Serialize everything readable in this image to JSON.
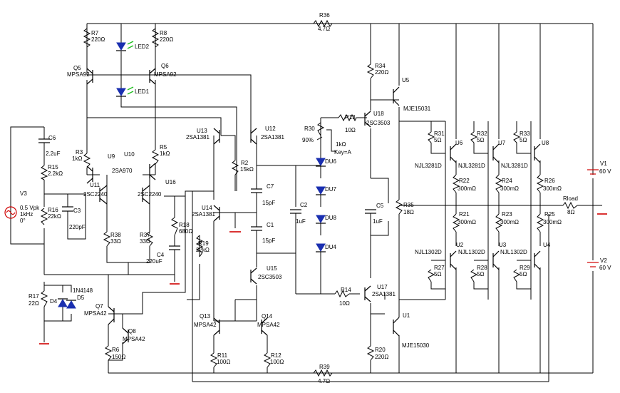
{
  "components": {
    "R36": {
      "name": "R36",
      "value": "4.7Ω"
    },
    "R39": {
      "name": "R39",
      "value": "4.7Ω"
    },
    "R7": {
      "name": "R7",
      "value": "220Ω"
    },
    "R8": {
      "name": "R8",
      "value": "220Ω"
    },
    "LED2": {
      "name": "LED2"
    },
    "LED1": {
      "name": "LED1"
    },
    "Q5": {
      "name": "Q5",
      "value": "MPSA92"
    },
    "Q6": {
      "name": "Q6",
      "value": "MPSA92"
    },
    "C6": {
      "name": "C6",
      "value": "2.2uF"
    },
    "R15": {
      "name": "R15",
      "value": "2.2kΩ"
    },
    "V3": {
      "name": "V3",
      "v1": "0.5 Vpk",
      "v2": "1kHz",
      "v3": "0°"
    },
    "R16": {
      "name": "R16",
      "value": "22kΩ"
    },
    "C3": {
      "name": "C3",
      "value": "220pF"
    },
    "R3": {
      "name": "R3",
      "value": "1kΩ"
    },
    "R5": {
      "name": "R5",
      "value": "1kΩ"
    },
    "U9": {
      "name": "U9"
    },
    "U10": {
      "name": "U10"
    },
    "SA970": {
      "name": "2SA970"
    },
    "U11": {
      "name": "U11",
      "value": "2SC2240"
    },
    "U16": {
      "name": "U16",
      "value": "2SC2240"
    },
    "R38": {
      "name": "R38",
      "value": "33Ω"
    },
    "R37": {
      "name": "R37",
      "value": "33Ω"
    },
    "R18": {
      "name": "R18",
      "value": "680Ω"
    },
    "C4": {
      "name": "C4",
      "value": "220uF"
    },
    "R19": {
      "name": "R19",
      "value": "22kΩ"
    },
    "U13": {
      "name": "U13",
      "value": "2SA1381"
    },
    "U12": {
      "name": "U12",
      "value": "2SA1381"
    },
    "R2": {
      "name": "R2",
      "value": "15kΩ"
    },
    "C7": {
      "name": "C7",
      "value": "15pF"
    },
    "C1": {
      "name": "C1",
      "value": "15pF"
    },
    "U14": {
      "name": "U14",
      "value": "2SA1381"
    },
    "U15": {
      "name": "U15",
      "value": "2SC3503"
    },
    "C2": {
      "name": "C2",
      "value": "1uF"
    },
    "R30": {
      "name": "R30",
      "pct": "90%",
      "value": "1kΩ",
      "key": "Key=A"
    },
    "R13": {
      "name": "R13",
      "value": "10Ω"
    },
    "U18": {
      "name": "U18",
      "value": "2SC3503"
    },
    "DU6": {
      "name": "DU6"
    },
    "DU7": {
      "name": "DU7"
    },
    "DU8": {
      "name": "DU8"
    },
    "DU4": {
      "name": "DU4"
    },
    "R34": {
      "name": "R34",
      "value": "220Ω"
    },
    "U5": {
      "name": "U5",
      "value": "MJE15031"
    },
    "C5": {
      "name": "C5",
      "value": "1uF"
    },
    "R35": {
      "name": "R35",
      "value": "18Ω"
    },
    "R14": {
      "name": "R14",
      "value": "10Ω"
    },
    "U17": {
      "name": "U17",
      "value": "2SA1381"
    },
    "U1": {
      "name": "U1",
      "value": "MJE15030"
    },
    "R20": {
      "name": "R20",
      "value": "220Ω"
    },
    "R31": {
      "name": "R31",
      "value": "5Ω"
    },
    "R32": {
      "name": "R32",
      "value": "5Ω"
    },
    "R33": {
      "name": "R33",
      "value": "5Ω"
    },
    "U6": {
      "name": "U6",
      "value": "NJL3281D"
    },
    "U7": {
      "name": "U7",
      "value": "NJL3281D"
    },
    "U8": {
      "name": "U8",
      "value": "NJL3281D"
    },
    "R22": {
      "name": "R22",
      "value": "300mΩ"
    },
    "R24": {
      "name": "R24",
      "value": "300mΩ"
    },
    "R26": {
      "name": "R26",
      "value": "300mΩ"
    },
    "R21": {
      "name": "R21",
      "value": "300mΩ"
    },
    "R23": {
      "name": "R23",
      "value": "300mΩ"
    },
    "R25": {
      "name": "R25",
      "value": "300mΩ"
    },
    "U2": {
      "name": "U2",
      "value": "NJL1302D"
    },
    "U3": {
      "name": "U3",
      "value": "NJL1302D"
    },
    "U4": {
      "name": "U4",
      "value": "NJL1302D"
    },
    "R27": {
      "name": "R27",
      "value": "5Ω"
    },
    "R28": {
      "name": "R28",
      "value": "5Ω"
    },
    "R29": {
      "name": "R29",
      "value": "5Ω"
    },
    "Rload": {
      "name": "Rload",
      "value": "8Ω"
    },
    "V1": {
      "name": "V1",
      "value": "60 V"
    },
    "V2": {
      "name": "V2",
      "value": "60 V"
    },
    "R17": {
      "name": "R17",
      "value": "22Ω"
    },
    "D4": {
      "name": "D4"
    },
    "D5": {
      "name": "D5",
      "value": "1N4148"
    },
    "Q7": {
      "name": "Q7",
      "value": "MPSA42"
    },
    "Q8": {
      "name": "Q8",
      "value": "MPSA42"
    },
    "R6": {
      "name": "R6",
      "value": "150Ω"
    },
    "Q13": {
      "name": "Q13",
      "value": "MPSA42"
    },
    "Q14": {
      "name": "Q14",
      "value": "MPSA42"
    },
    "R11": {
      "name": "R11",
      "value": "100Ω"
    },
    "R12": {
      "name": "R12",
      "value": "100Ω"
    }
  }
}
